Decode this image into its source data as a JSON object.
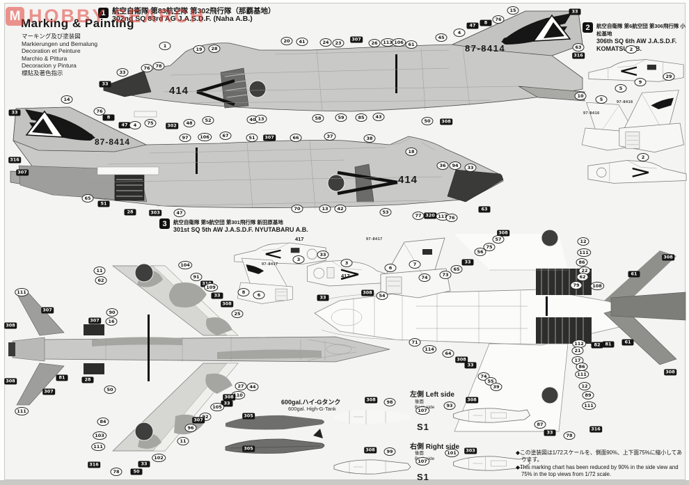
{
  "watermark": {
    "logo": "M",
    "text": "HOBBY SEARCH",
    "color": "#e23028"
  },
  "title": {
    "en": "Marking & Painting",
    "lines": [
      "マーキング及び塗装図",
      "Markierungen und Bemalung",
      "Decoration et Peinture",
      "Marchio & Pittura",
      "Decoracion y Pintura",
      "標貼及著色指示"
    ]
  },
  "sections": [
    {
      "num": "1",
      "jp": "航空自衛隊 第83航空隊 第302飛行隊（那覇基地）",
      "en": "302nd SQ 83rd AG J.A.S.D.F. (Naha A.B.)"
    },
    {
      "num": "2",
      "jp": "航空自衛隊 第6航空団 第306飛行隊 小松基地",
      "en1": "306th SQ 6th AW J.A.S.D.F.",
      "en2": "KOMATSU A.B."
    },
    {
      "num": "3",
      "jp": "航空自衛隊 第5航空団 第301飛行隊 新田原基地",
      "en": "301st SQ 5th AW J.A.S.D.F. NYUTABARU A.B."
    }
  ],
  "markings": {
    "serial_a": "87-8414",
    "nose_a": "414",
    "serial_b": "87-8414",
    "nose_b": "414",
    "serial_2a": "97-8416",
    "serial_2b": "97-8416",
    "serial_3a": "97-8417",
    "nose_3a": "417",
    "serial_3b": "97-8417",
    "nose_3b": "417"
  },
  "tank": {
    "jp": "600gal.ハイ-Gタンク",
    "en": "600gal. High-G-Tank"
  },
  "sides": {
    "left": "左側 Left side",
    "right": "右側 Right side",
    "back_jp": "後面",
    "back_en": "Back side",
    "code": "S1"
  },
  "note": {
    "jp": "◆この塗装図は1/72スケールを、側面90%、上下面75%に縮小してあります。",
    "en": "◆This marking chart has been reduced by 90% in the side view and 75% in the top views from 1/72 scale."
  },
  "colors": {
    "watermark_red": "#e23028",
    "sheet_bg": "#f4f4f2",
    "aircraft_gray": "#c9c9c7",
    "camo_gray": "#9e9e9c",
    "dark_gray": "#3a3a38",
    "exhaust_black": "#2d2d2b",
    "black": "#111111"
  },
  "callouts": [
    [
      "1",
      237,
      66,
      "o"
    ],
    [
      "19",
      286,
      71,
      "o"
    ],
    [
      "28",
      308,
      70,
      "o"
    ],
    [
      "15",
      737,
      15,
      "o"
    ],
    [
      "33",
      826,
      17,
      "b"
    ],
    [
      "76",
      716,
      28,
      "o"
    ],
    [
      "8",
      698,
      33,
      "b"
    ],
    [
      "47",
      679,
      37,
      "b"
    ],
    [
      "4",
      660,
      47,
      "o"
    ],
    [
      "63",
      831,
      68,
      "o"
    ],
    [
      "316",
      831,
      80,
      "b"
    ],
    [
      "20",
      412,
      59,
      "o"
    ],
    [
      "41",
      434,
      60,
      "o"
    ],
    [
      "24",
      468,
      61,
      "o"
    ],
    [
      "23",
      486,
      62,
      "o"
    ],
    [
      "307",
      512,
      57,
      "b"
    ],
    [
      "26",
      538,
      62,
      "o"
    ],
    [
      "113",
      557,
      61,
      "o"
    ],
    [
      "106",
      573,
      61,
      "o"
    ],
    [
      "61",
      591,
      64,
      "o"
    ],
    [
      "45",
      634,
      54,
      "o"
    ],
    [
      "33",
      176,
      104,
      "o"
    ],
    [
      "76",
      211,
      98,
      "o"
    ],
    [
      "78",
      228,
      95,
      "o"
    ],
    [
      "33",
      151,
      121,
      "b"
    ],
    [
      "8",
      156,
      169,
      "b"
    ],
    [
      "302",
      247,
      181,
      "b"
    ],
    [
      "48",
      272,
      177,
      "o"
    ],
    [
      "52",
      299,
      173,
      "o"
    ],
    [
      "40",
      363,
      172,
      "o"
    ],
    [
      "13",
      375,
      171,
      "o"
    ],
    [
      "58",
      457,
      170,
      "o"
    ],
    [
      "59",
      490,
      169,
      "o"
    ],
    [
      "85",
      519,
      169,
      "o"
    ],
    [
      "43",
      544,
      168,
      "o"
    ],
    [
      "50",
      614,
      174,
      "o"
    ],
    [
      "308",
      641,
      175,
      "b"
    ],
    [
      "14",
      96,
      143,
      "o"
    ],
    [
      "33",
      21,
      162,
      "b"
    ],
    [
      "76",
      143,
      160,
      "o"
    ],
    [
      "47",
      179,
      180,
      "b"
    ],
    [
      "4",
      194,
      180,
      "o"
    ],
    [
      "75",
      216,
      177,
      "o"
    ],
    [
      "316",
      21,
      230,
      "b"
    ],
    [
      "307",
      32,
      248,
      "b"
    ],
    [
      "97",
      266,
      198,
      "o"
    ],
    [
      "106",
      294,
      197,
      "o"
    ],
    [
      "67",
      324,
      195,
      "o"
    ],
    [
      "51",
      362,
      198,
      "o"
    ],
    [
      "307",
      387,
      198,
      "b"
    ],
    [
      "66",
      425,
      198,
      "o"
    ],
    [
      "37",
      474,
      196,
      "o"
    ],
    [
      "38",
      531,
      199,
      "o"
    ],
    [
      "18",
      591,
      218,
      "o"
    ],
    [
      "36",
      636,
      238,
      "o"
    ],
    [
      "94",
      654,
      238,
      "o"
    ],
    [
      "33",
      676,
      241,
      "o"
    ],
    [
      "63",
      696,
      301,
      "b"
    ],
    [
      "70",
      427,
      300,
      "o"
    ],
    [
      "13",
      467,
      300,
      "o"
    ],
    [
      "42",
      489,
      300,
      "o"
    ],
    [
      "53",
      554,
      305,
      "o"
    ],
    [
      "77",
      601,
      310,
      "o"
    ],
    [
      "320",
      618,
      310,
      "b"
    ],
    [
      "117",
      636,
      311,
      "o"
    ],
    [
      "76",
      649,
      313,
      "o"
    ],
    [
      "65",
      126,
      285,
      "o"
    ],
    [
      "51",
      149,
      293,
      "b"
    ],
    [
      "28",
      187,
      305,
      "b"
    ],
    [
      "303",
      223,
      306,
      "b"
    ],
    [
      "47",
      258,
      306,
      "o"
    ],
    [
      "11",
      143,
      389,
      "o"
    ],
    [
      "62",
      145,
      403,
      "o"
    ],
    [
      "111",
      31,
      420,
      "o"
    ],
    [
      "307",
      68,
      446,
      "b"
    ],
    [
      "308",
      15,
      468,
      "b"
    ],
    [
      "90",
      161,
      449,
      "o"
    ],
    [
      "307",
      136,
      461,
      "b"
    ],
    [
      "16",
      160,
      462,
      "o"
    ],
    [
      "104",
      266,
      381,
      "o"
    ],
    [
      "91",
      282,
      398,
      "o"
    ],
    [
      "310",
      297,
      408,
      "b"
    ],
    [
      "109",
      303,
      413,
      "o"
    ],
    [
      "33",
      312,
      425,
      "b"
    ],
    [
      "308",
      326,
      437,
      "b"
    ],
    [
      "25",
      341,
      451,
      "o"
    ],
    [
      "81",
      89,
      543,
      "b"
    ],
    [
      "28",
      126,
      546,
      "b"
    ],
    [
      "50",
      158,
      560,
      "o"
    ],
    [
      "27",
      346,
      555,
      "o"
    ],
    [
      "44",
      363,
      556,
      "o"
    ],
    [
      "110",
      342,
      568,
      "o"
    ],
    [
      "308",
      329,
      571,
      "b"
    ],
    [
      "33",
      326,
      580,
      "b"
    ],
    [
      "105",
      312,
      585,
      "o"
    ],
    [
      "92",
      295,
      599,
      "o"
    ],
    [
      "307",
      285,
      604,
      "b"
    ],
    [
      "96",
      274,
      615,
      "o"
    ],
    [
      "84",
      148,
      606,
      "o"
    ],
    [
      "103",
      143,
      626,
      "o"
    ],
    [
      "111",
      141,
      642,
      "o"
    ],
    [
      "11",
      263,
      634,
      "o"
    ],
    [
      "102",
      228,
      658,
      "o"
    ],
    [
      "316",
      135,
      668,
      "b"
    ],
    [
      "33",
      207,
      667,
      "b"
    ],
    [
      "78",
      167,
      678,
      "o"
    ],
    [
      "50",
      196,
      678,
      "b"
    ],
    [
      "305",
      357,
      598,
      "b"
    ],
    [
      "305",
      357,
      645,
      "b"
    ],
    [
      "307",
      70,
      563,
      "b"
    ],
    [
      "308",
      15,
      548,
      "b"
    ],
    [
      "111",
      31,
      591,
      "o"
    ],
    [
      "308",
      723,
      335,
      "b"
    ],
    [
      "57",
      716,
      344,
      "o"
    ],
    [
      "75",
      703,
      355,
      "o"
    ],
    [
      "56",
      690,
      362,
      "o"
    ],
    [
      "33",
      672,
      377,
      "b"
    ],
    [
      "65",
      656,
      387,
      "o"
    ],
    [
      "73",
      640,
      395,
      "o"
    ],
    [
      "74",
      610,
      399,
      "o"
    ],
    [
      "12",
      838,
      347,
      "o"
    ],
    [
      "111",
      839,
      363,
      "o"
    ],
    [
      "86",
      836,
      377,
      "o"
    ],
    [
      "22",
      840,
      389,
      "o"
    ],
    [
      "62",
      837,
      398,
      "o"
    ],
    [
      "79",
      828,
      410,
      "o"
    ],
    [
      "108",
      858,
      411,
      "o"
    ],
    [
      "61",
      911,
      394,
      "b"
    ],
    [
      "308",
      960,
      370,
      "b"
    ],
    [
      "112",
      832,
      494,
      "o"
    ],
    [
      "82",
      858,
      496,
      "b"
    ],
    [
      "81",
      874,
      495,
      "b"
    ],
    [
      "61",
      902,
      492,
      "b"
    ],
    [
      "308",
      963,
      535,
      "b"
    ],
    [
      "21",
      830,
      504,
      "o"
    ],
    [
      "17",
      830,
      518,
      "o"
    ],
    [
      "86",
      836,
      527,
      "o"
    ],
    [
      "111",
      836,
      538,
      "o"
    ],
    [
      "12",
      840,
      555,
      "o"
    ],
    [
      "89",
      845,
      568,
      "o"
    ],
    [
      "111",
      846,
      583,
      "o"
    ],
    [
      "87",
      776,
      610,
      "o"
    ],
    [
      "33",
      790,
      622,
      "b"
    ],
    [
      "316",
      856,
      617,
      "b"
    ],
    [
      "78",
      818,
      626,
      "o"
    ],
    [
      "71",
      596,
      492,
      "o"
    ],
    [
      "114",
      617,
      502,
      "o"
    ],
    [
      "64",
      644,
      508,
      "o"
    ],
    [
      "308",
      663,
      517,
      "b"
    ],
    [
      "33",
      676,
      525,
      "b"
    ],
    [
      "74",
      695,
      541,
      "o"
    ],
    [
      "55",
      705,
      548,
      "o"
    ],
    [
      "39",
      713,
      556,
      "o"
    ],
    [
      "7",
      596,
      380,
      "o"
    ],
    [
      "2",
      907,
      71,
      "o"
    ],
    [
      "29",
      961,
      110,
      "o"
    ],
    [
      "9",
      920,
      118,
      "o"
    ],
    [
      "5",
      892,
      127,
      "o"
    ],
    [
      "10",
      834,
      138,
      "o"
    ],
    [
      "5",
      864,
      143,
      "o"
    ],
    [
      "2",
      924,
      226,
      "o"
    ],
    [
      "3",
      429,
      373,
      "o"
    ],
    [
      "33",
      464,
      366,
      "o"
    ],
    [
      "8",
      350,
      420,
      "o"
    ],
    [
      "6",
      372,
      424,
      "o"
    ],
    [
      "3",
      498,
      378,
      "o"
    ],
    [
      "6",
      561,
      385,
      "o"
    ],
    [
      "33",
      464,
      428,
      "b"
    ],
    [
      "308",
      528,
      421,
      "b"
    ],
    [
      "54",
      549,
      425,
      "o"
    ],
    [
      "308",
      533,
      575,
      "b"
    ],
    [
      "98",
      560,
      578,
      "o"
    ],
    [
      "107",
      607,
      590,
      "o"
    ],
    [
      "93",
      646,
      583,
      "o"
    ],
    [
      "308",
      678,
      575,
      "b"
    ],
    [
      "308",
      532,
      647,
      "b"
    ],
    [
      "99",
      560,
      649,
      "o"
    ],
    [
      "107",
      607,
      663,
      "o"
    ],
    [
      "101",
      649,
      651,
      "o"
    ],
    [
      "303",
      676,
      648,
      "b"
    ]
  ]
}
